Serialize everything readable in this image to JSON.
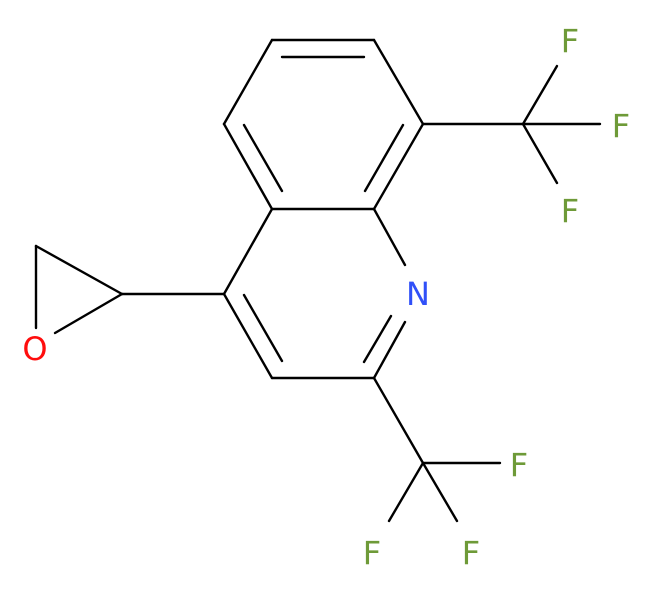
{
  "molecule": {
    "atoms": {
      "nitrogen": "N",
      "oxygen": "O",
      "fluorine_c8_1": "F",
      "fluorine_c8_2": "F",
      "fluorine_c8_3": "F",
      "fluorine_c2_1": "F",
      "fluorine_c2_2": "F",
      "fluorine_c2_3": "F"
    },
    "colors": {
      "bond": "#000000",
      "nitrogen": "#3050F8",
      "oxygen": "#FF0D0D",
      "fluorine": "#6E9A38",
      "background": "#FFFFFF"
    }
  }
}
